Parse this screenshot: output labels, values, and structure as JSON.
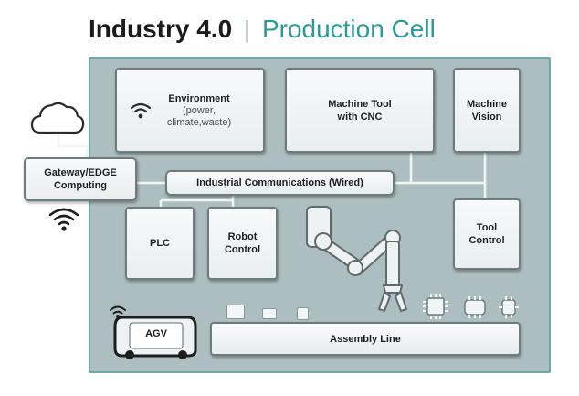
{
  "title": {
    "main": "Industry 4.0",
    "separator": "|",
    "sub": "Production Cell"
  },
  "nodes": {
    "environment": {
      "line1": "Environment",
      "line2": "(power,",
      "line3": "climate,waste)"
    },
    "machine_tool": {
      "line1": "Machine Tool",
      "line2": "with CNC"
    },
    "machine_vision": {
      "line1": "Machine",
      "line2": "Vision"
    },
    "gateway": {
      "line1": "Gateway/EDGE",
      "line2": "Computing"
    },
    "comms_bus": {
      "label": "Industrial Communications (Wired)"
    },
    "plc": {
      "label": "PLC"
    },
    "robot_control": {
      "line1": "Robot",
      "line2": "Control"
    },
    "tool_control": {
      "line1": "Tool",
      "line2": "Control"
    },
    "agv": {
      "label": "AGV"
    },
    "assembly_line": {
      "label": "Assembly Line"
    }
  },
  "icons": [
    "cloud-icon",
    "wifi-icon",
    "robot-arm-icon",
    "chip-icon",
    "agv-vehicle-icon"
  ],
  "colors": {
    "accent": "#2a9a99",
    "cell_background": "#adbec0",
    "cell_border": "#6ea9a8",
    "box_border": "#6f7c7e"
  }
}
